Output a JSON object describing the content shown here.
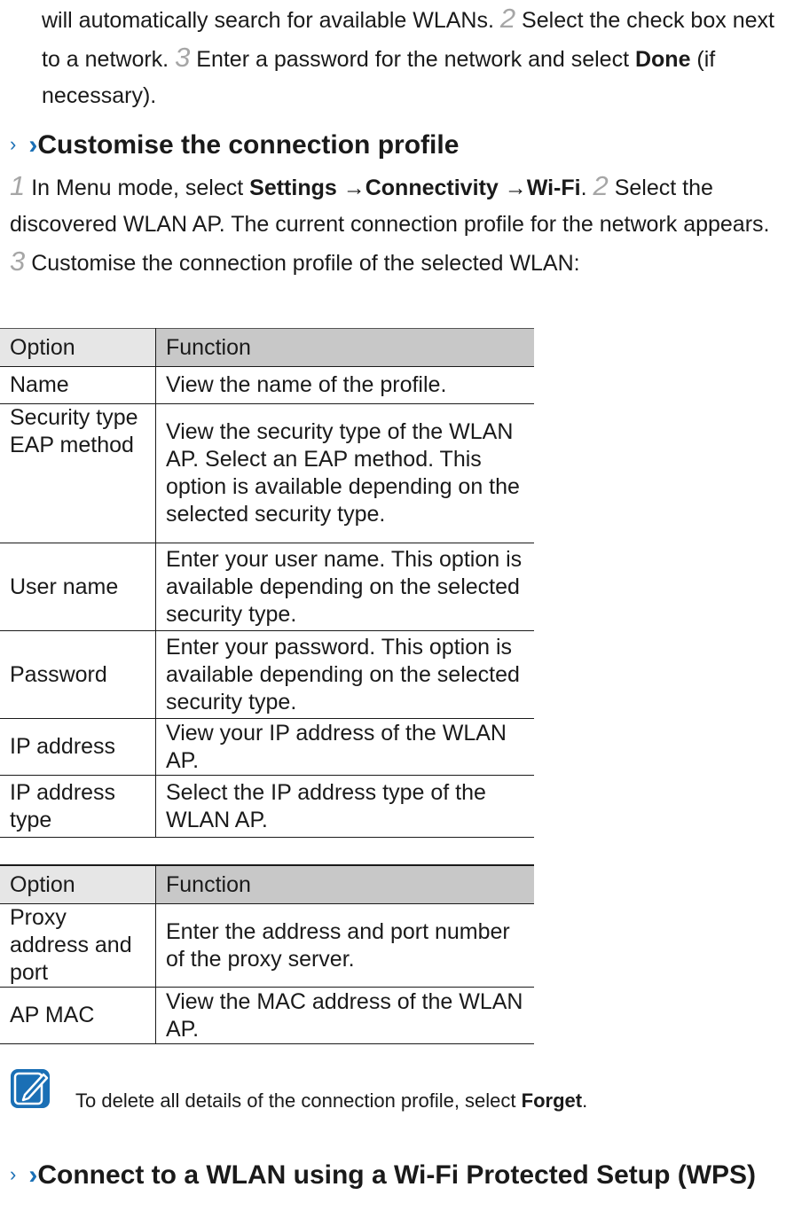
{
  "intro": {
    "t1": "will automatically search for available WLANs. ",
    "s2": "2",
    "t2": " Select the check box next to a network. ",
    "s3": "3",
    "t3": " Enter a password for the network and select ",
    "b1": "Done",
    "t4": " (if necessary)."
  },
  "section1": {
    "chevron": "›",
    "chevron2": "›",
    "title": "Customise the connection profile"
  },
  "body": {
    "s1": "1",
    "t1": " In Menu mode, select ",
    "b1": "Settings",
    "t2": " →",
    "b2": "Connectivity",
    "t3": " →",
    "b3": "Wi-Fi",
    "t4": ". ",
    "s2": "2",
    "t5": " Select the discovered WLAN AP. The current connection profile for the network appears. ",
    "s3": "3",
    "t6": " Customise the connection profile of the selected WLAN:"
  },
  "table1": {
    "headers": [
      "Option",
      "Function"
    ],
    "rows": [
      {
        "option": "Name",
        "function": "View the name of the profile."
      },
      {
        "option": "Security type EAP method",
        "function": "View the security type of the WLAN AP. Select an EAP method. This option is available depending on the selected security type."
      },
      {
        "option": "User name",
        "function": "Enter your user name. This option is available depending on the selected security type."
      },
      {
        "option": "Password",
        "function": "Enter your password. This option is available depending on the selected security type."
      },
      {
        "option": "IP address",
        "function": "View your IP address of the WLAN AP."
      },
      {
        "option": "IP address type",
        "function": "Select the IP address type of the WLAN AP."
      }
    ]
  },
  "table2": {
    "headers": [
      "Option",
      "Function"
    ],
    "rows": [
      {
        "option": "Proxy address and port",
        "function": "Enter the address and port number of the proxy server."
      },
      {
        "option": "AP MAC",
        "function": "View the MAC address of the WLAN AP."
      }
    ]
  },
  "note": {
    "icon": "note-pen-icon",
    "t1": "To delete all details of the connection profile, select ",
    "b1": "Forget",
    "t2": "."
  },
  "section2": {
    "chevron": "›",
    "chevron2": "›",
    "title": "Connect to a WLAN using a Wi-Fi Protected Setup (WPS)"
  },
  "colors": {
    "accent": "#1a6fb5",
    "header_bg": "#c8c8c8",
    "header_bg_light": "#e6e6e6",
    "step_gray": "#a6a6a6"
  }
}
